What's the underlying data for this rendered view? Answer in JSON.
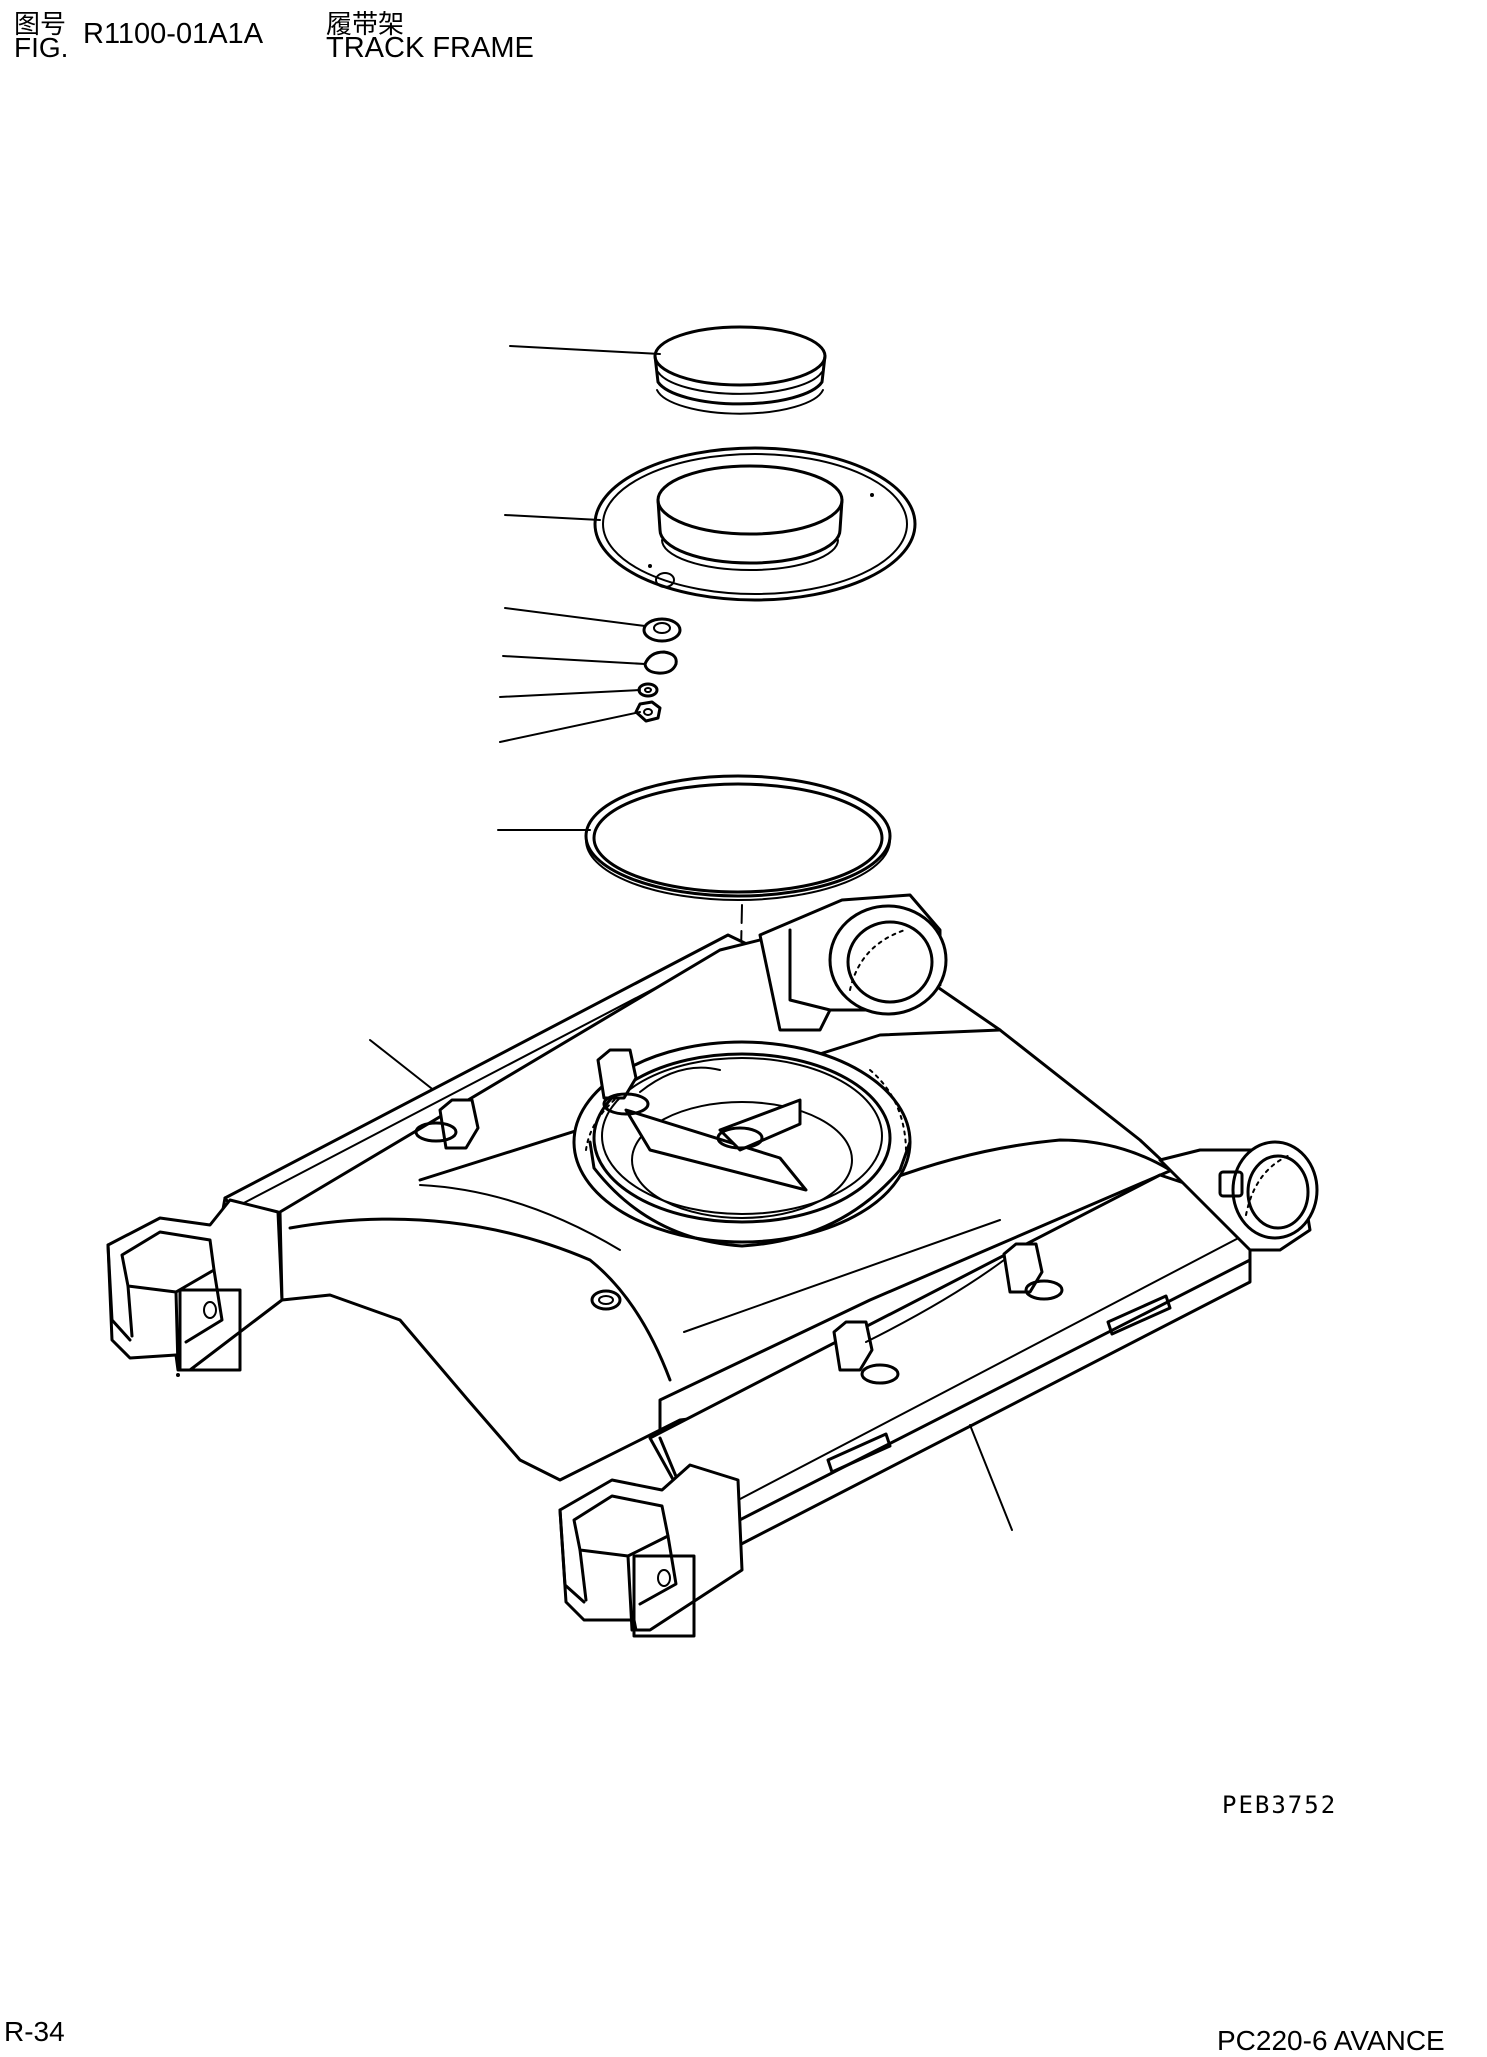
{
  "header": {
    "fig_label_cn": "图号",
    "fig_label": "FIG.",
    "fig_number": "R1100-01A1A",
    "title_cn": "履带架",
    "title_en": "TRACK FRAME"
  },
  "reference_code": "PEB3752",
  "footer": {
    "page": "R-34",
    "model": "PC220-6 AVANCE"
  }
}
